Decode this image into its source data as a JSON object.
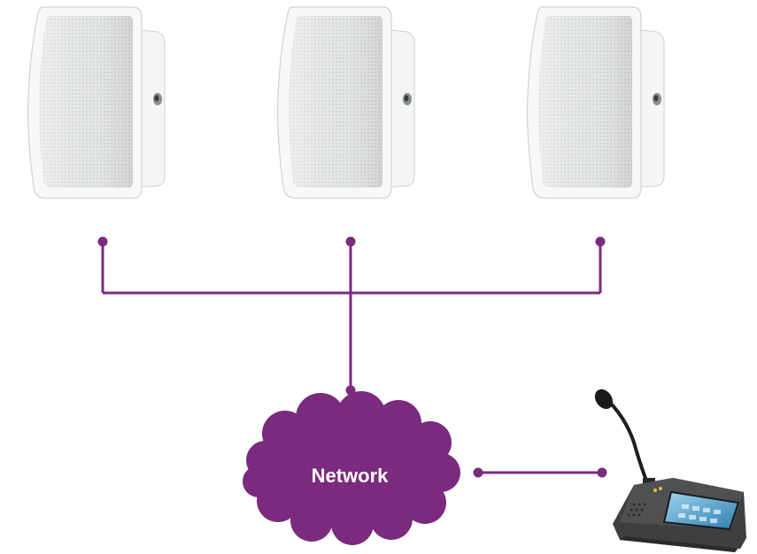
{
  "diagram": {
    "network_label": "Network",
    "line_color": "#7b2a7e",
    "cloud_color": "#7b2a7e",
    "speakers": [
      {
        "name": "wall-speaker-1"
      },
      {
        "name": "wall-speaker-2"
      },
      {
        "name": "wall-speaker-3"
      }
    ],
    "console": {
      "name": "paging-console-with-touchscreen"
    }
  }
}
